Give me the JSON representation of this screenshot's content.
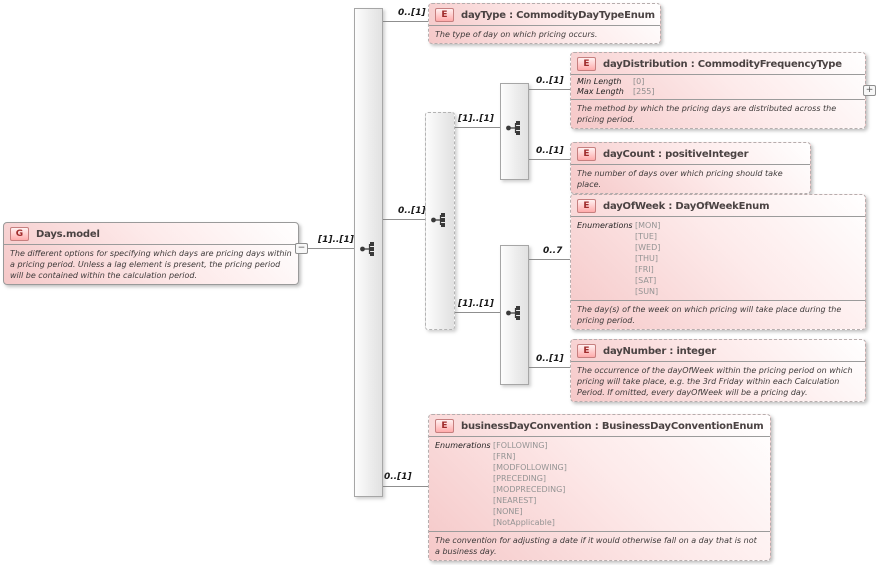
{
  "nodes": {
    "group": {
      "badge": "G",
      "title": "Days.model",
      "desc": "The different options for specifying which days are pricing days within a pricing period. Unless a lag element is present, the pricing period will be contained within the calculation period."
    },
    "dayType": {
      "badge": "E",
      "title": "dayType : CommodityDayTypeEnum",
      "desc": "The type of day on which pricing occurs."
    },
    "dayDistribution": {
      "badge": "E",
      "title": "dayDistribution : CommodityFrequencyType",
      "facets": [
        {
          "label": "Min Length",
          "value": "[0]"
        },
        {
          "label": "Max Length",
          "value": "[255]"
        }
      ],
      "desc": "The method by which the pricing days are distributed across the pricing period."
    },
    "dayCount": {
      "badge": "E",
      "title": "dayCount : positiveInteger",
      "desc": "The number of days over which pricing should take place."
    },
    "dayOfWeek": {
      "badge": "E",
      "title": "dayOfWeek : DayOfWeekEnum",
      "enum_label": "Enumerations",
      "enums": [
        "[MON]",
        "[TUE]",
        "[WED]",
        "[THU]",
        "[FRI]",
        "[SAT]",
        "[SUN]"
      ],
      "desc": "The day(s) of the week on which pricing will take place during the pricing period."
    },
    "dayNumber": {
      "badge": "E",
      "title": "dayNumber : integer",
      "desc": "The occurrence of the dayOfWeek within the pricing period on which pricing will take place, e.g. the 3rd Friday within each Calculation Period. If omitted, every dayOfWeek will be a pricing day."
    },
    "businessDayConvention": {
      "badge": "E",
      "title": "businessDayConvention : BusinessDayConventionEnum",
      "enum_label": "Enumerations",
      "enums": [
        "[FOLLOWING]",
        "[FRN]",
        "[MODFOLLOWING]",
        "[PRECEDING]",
        "[MODPRECEDING]",
        "[NEAREST]",
        "[NONE]",
        "[NotApplicable]"
      ],
      "desc": "The convention for adjusting a date if it would otherwise fall on a day that is not a business day."
    }
  },
  "cardinalities": {
    "group_to_root": "[1]..[1]",
    "root_to_daytype": "0..[1]",
    "root_to_choice": "0..[1]",
    "choice_to_seq1": "[1]..[1]",
    "seq1_to_daydistribution": "0..[1]",
    "seq1_to_daycount": "0..[1]",
    "choice_to_seq2": "[1]..[1]",
    "seq2_to_dayofweek": "0..7",
    "seq2_to_daynumber": "0..[1]",
    "root_to_businessdayconvention": "0..[1]"
  },
  "icons": {
    "collapse": "−",
    "expand": "+"
  }
}
